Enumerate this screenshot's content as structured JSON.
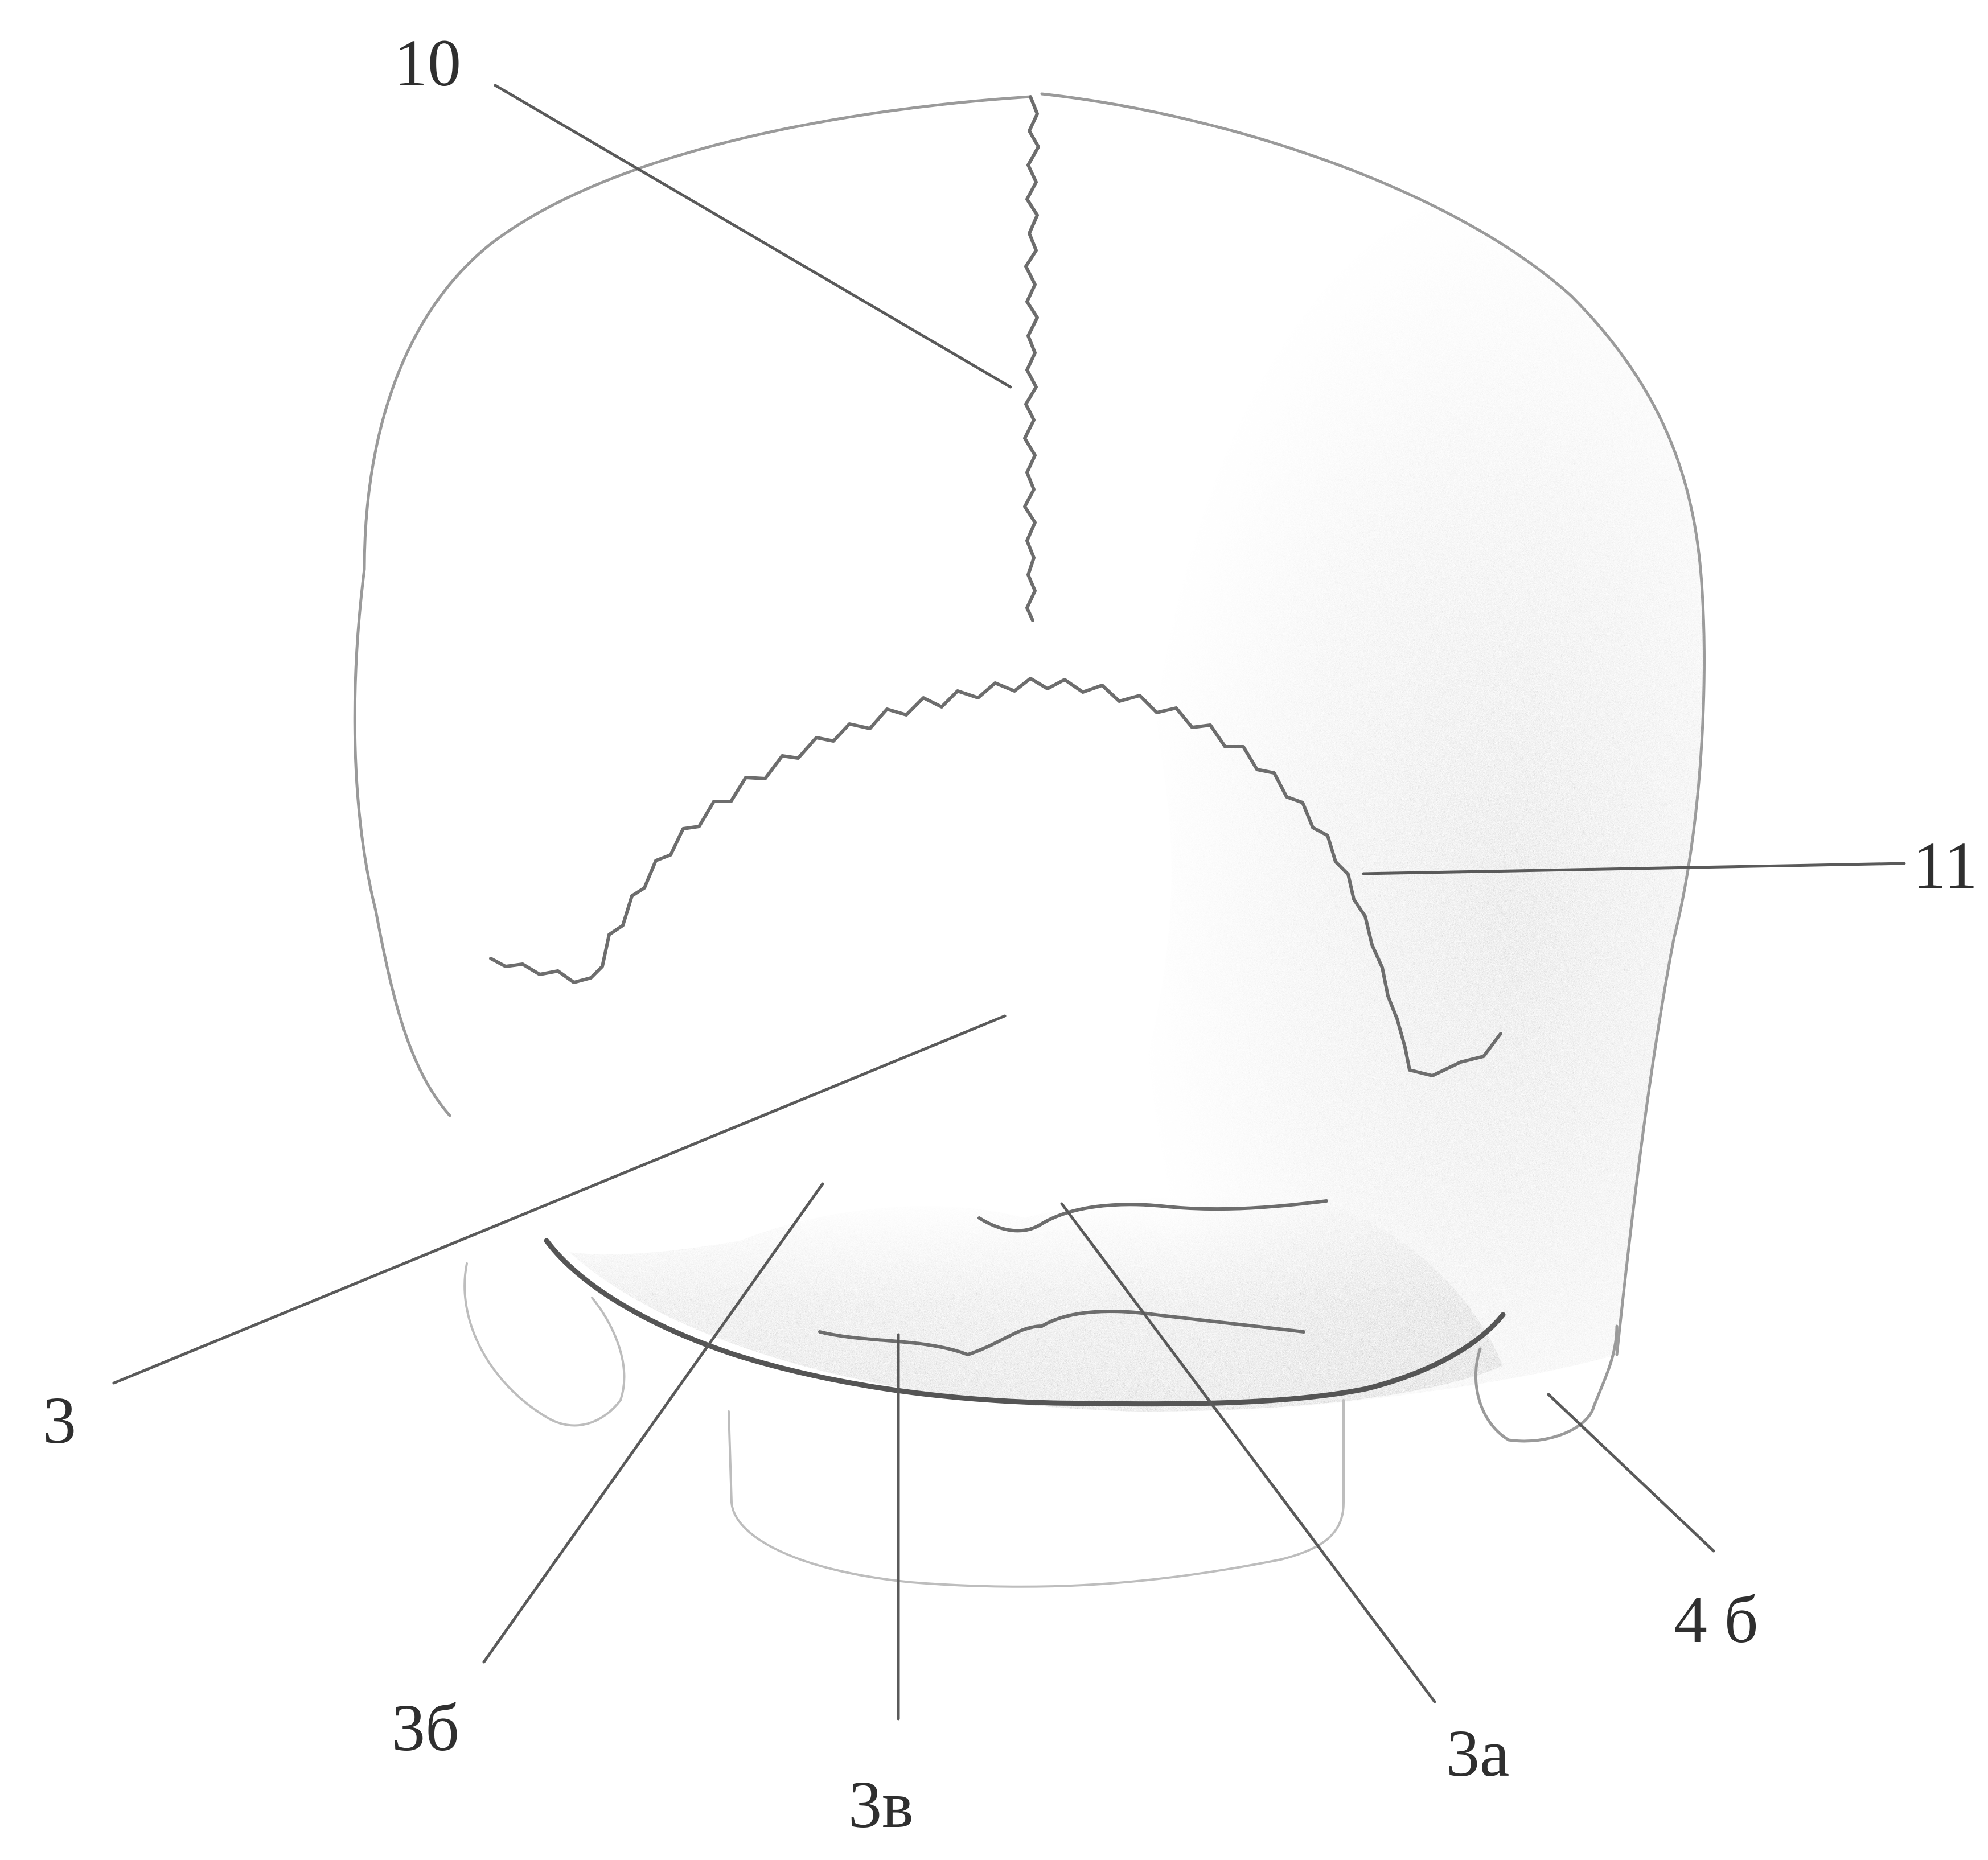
{
  "figure": {
    "colors": {
      "background": "#ffffff",
      "outline": "#9a9a9a",
      "suture": "#6d6d6d",
      "shading": "#8c8c8c",
      "leader": "#5a5a5a",
      "label": "#2f2f2f"
    },
    "labels": {
      "l10": "10",
      "l11": "11",
      "l3": "3",
      "l3a": "3а",
      "l3b": "3б",
      "l3v": "3в",
      "l4b": "4 б"
    }
  }
}
